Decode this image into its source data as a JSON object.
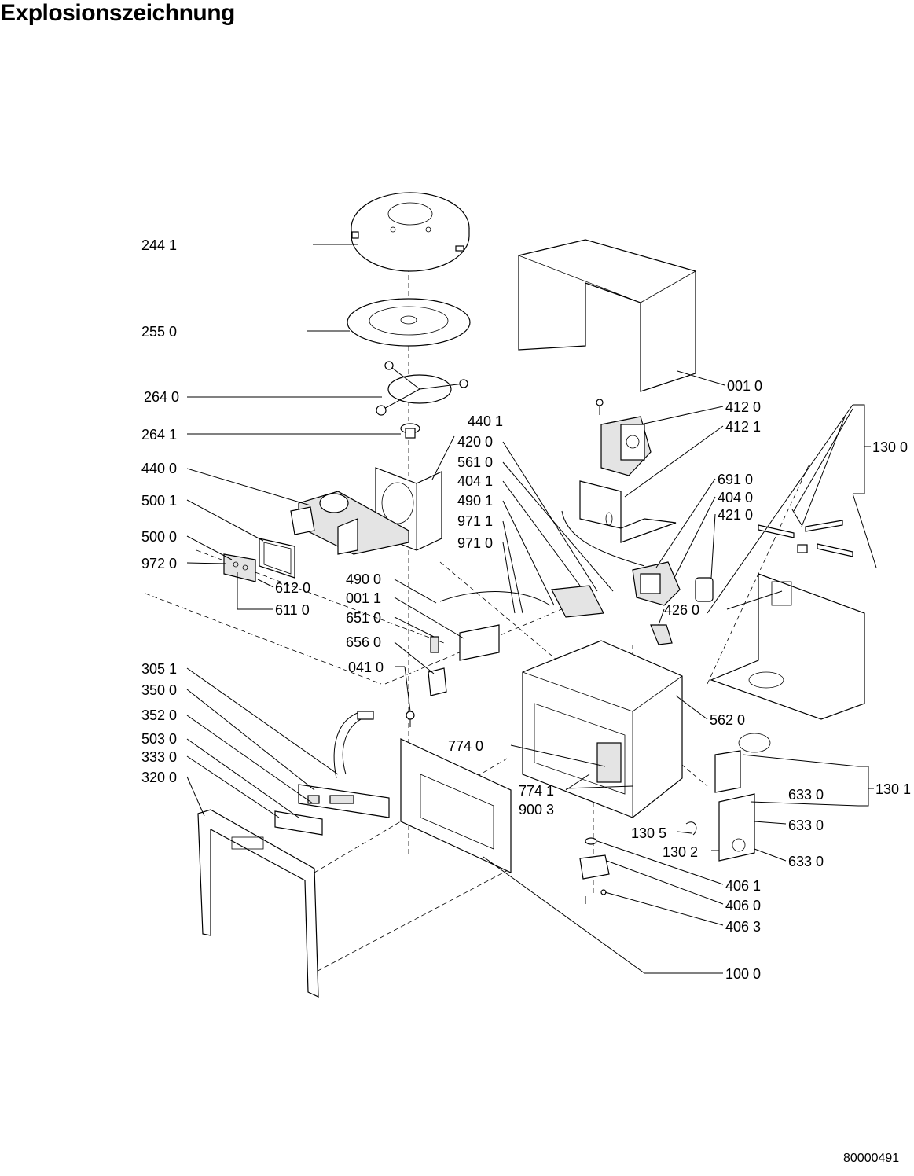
{
  "title": "Explosionszeichnung",
  "doc_number": "80000491",
  "labels": [
    {
      "id": "l2441",
      "text": "244 1"
    },
    {
      "id": "l2550",
      "text": "255 0"
    },
    {
      "id": "l2640",
      "text": "264 0"
    },
    {
      "id": "l2641",
      "text": "264 1"
    },
    {
      "id": "l4400",
      "text": "440 0"
    },
    {
      "id": "l5001",
      "text": "500 1"
    },
    {
      "id": "l5000",
      "text": "500 0"
    },
    {
      "id": "l9720",
      "text": "972 0"
    },
    {
      "id": "l6120",
      "text": "612 0"
    },
    {
      "id": "l6110",
      "text": "611 0"
    },
    {
      "id": "l4401",
      "text": "440 1"
    },
    {
      "id": "l4200",
      "text": "420 0"
    },
    {
      "id": "l5610",
      "text": "561 0"
    },
    {
      "id": "l4041",
      "text": "404 1"
    },
    {
      "id": "l4901",
      "text": "490 1"
    },
    {
      "id": "l9711",
      "text": "971 1"
    },
    {
      "id": "l9710",
      "text": "971 0"
    },
    {
      "id": "l4900",
      "text": "490 0"
    },
    {
      "id": "l0011",
      "text": "001 1"
    },
    {
      "id": "l6510",
      "text": "651 0"
    },
    {
      "id": "l6560",
      "text": "656 0"
    },
    {
      "id": "l0410",
      "text": "041 0"
    },
    {
      "id": "l3051",
      "text": "305 1"
    },
    {
      "id": "l3500",
      "text": "350 0"
    },
    {
      "id": "l3520",
      "text": "352 0"
    },
    {
      "id": "l5030",
      "text": "503 0"
    },
    {
      "id": "l3330",
      "text": "333 0"
    },
    {
      "id": "l3200",
      "text": "320 0"
    },
    {
      "id": "l0010",
      "text": "001 0"
    },
    {
      "id": "l4120",
      "text": "412 0"
    },
    {
      "id": "l4121",
      "text": "412 1"
    },
    {
      "id": "l1300",
      "text": "130 0"
    },
    {
      "id": "l6910",
      "text": "691 0"
    },
    {
      "id": "l4040",
      "text": "404 0"
    },
    {
      "id": "l4210",
      "text": "421 0"
    },
    {
      "id": "l4260",
      "text": "426 0"
    },
    {
      "id": "l5620",
      "text": "562 0"
    },
    {
      "id": "l7740",
      "text": "774 0"
    },
    {
      "id": "l7741",
      "text": "774 1"
    },
    {
      "id": "l9003",
      "text": "900 3"
    },
    {
      "id": "l6330a",
      "text": "633 0"
    },
    {
      "id": "l1301",
      "text": "130 1"
    },
    {
      "id": "l6330b",
      "text": "633 0"
    },
    {
      "id": "l6330c",
      "text": "633 0"
    },
    {
      "id": "l1305",
      "text": "130 5"
    },
    {
      "id": "l1302",
      "text": "130 2"
    },
    {
      "id": "l4061",
      "text": "406 1"
    },
    {
      "id": "l4060",
      "text": "406 0"
    },
    {
      "id": "l4063",
      "text": "406 3"
    },
    {
      "id": "l1000",
      "text": "100 0"
    }
  ]
}
